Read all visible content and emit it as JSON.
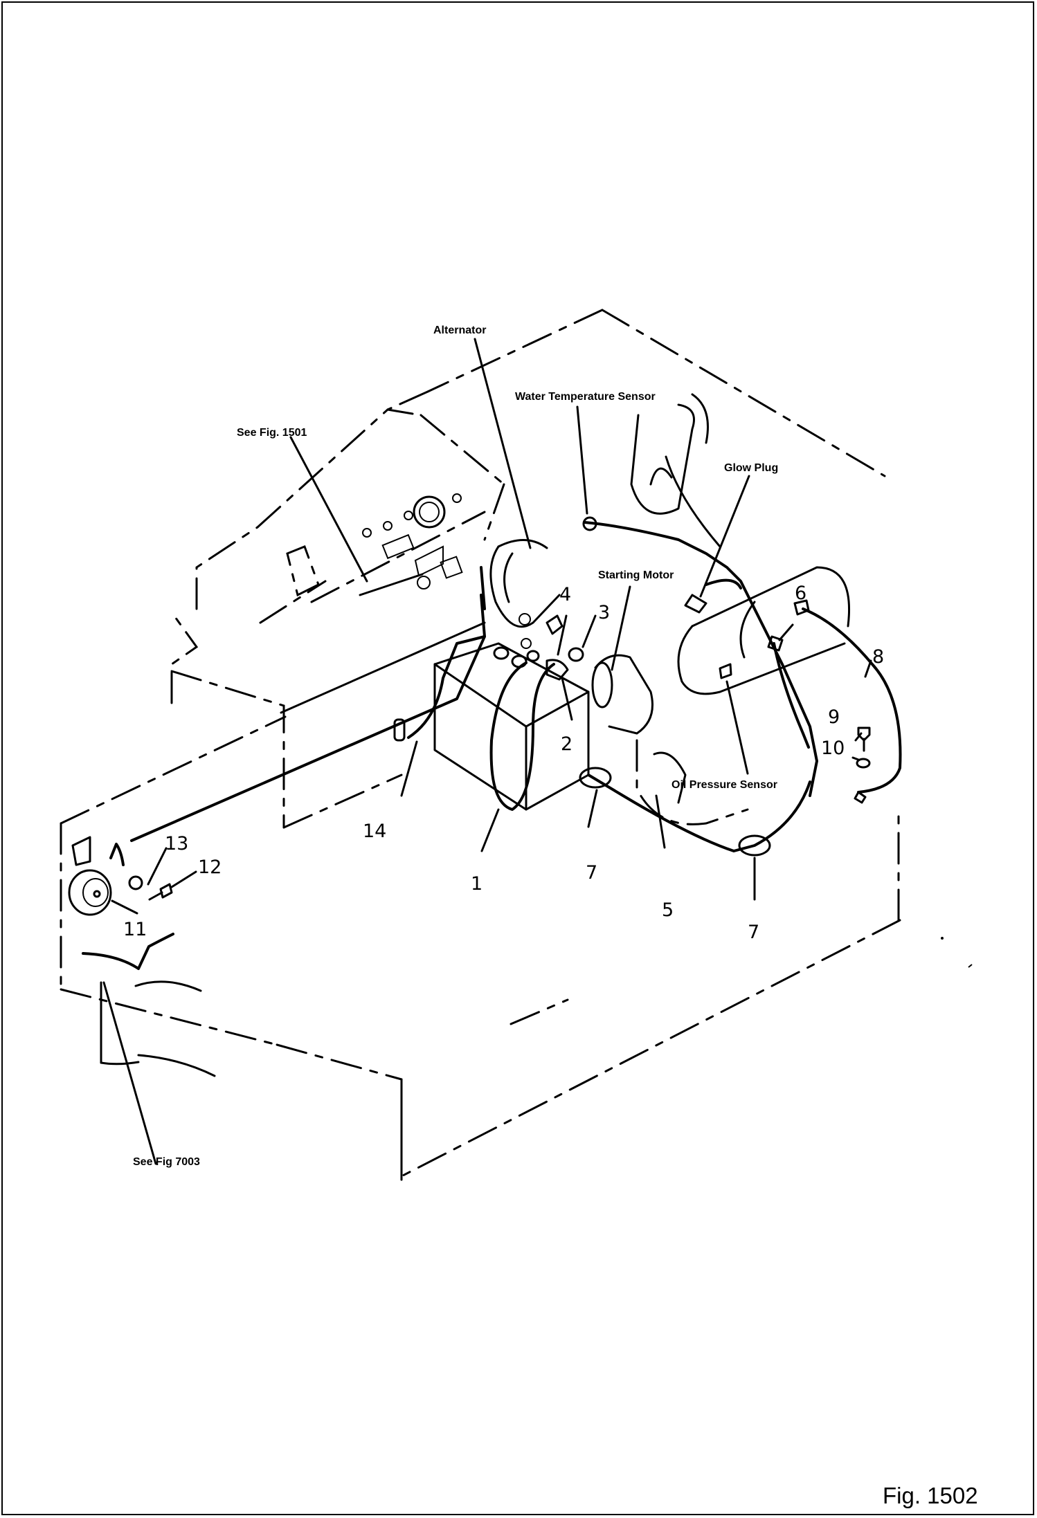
{
  "figure": {
    "label": "Fig. 1502"
  },
  "callouts": {
    "alternator": "Alternator",
    "water_temperature_sensor": "Water Temperature Sensor",
    "see_fig_1501": "See Fig. 1501",
    "glow_plug": "Glow Plug",
    "starting_motor": "Starting Motor",
    "oil_pressure_sensor": "Oil Pressure Sensor",
    "see_fig_7003": "See Fig 7003"
  },
  "part_numbers": {
    "p1": "1",
    "p2": "2",
    "p3": "3",
    "p4": "4",
    "p5": "5",
    "p6": "6",
    "p7a": "7",
    "p7b": "7",
    "p8": "8",
    "p9": "9",
    "p10": "10",
    "p11": "11",
    "p12": "12",
    "p13": "13",
    "p14": "14"
  },
  "colors": {
    "ink": "#000000",
    "paper": "#ffffff"
  }
}
